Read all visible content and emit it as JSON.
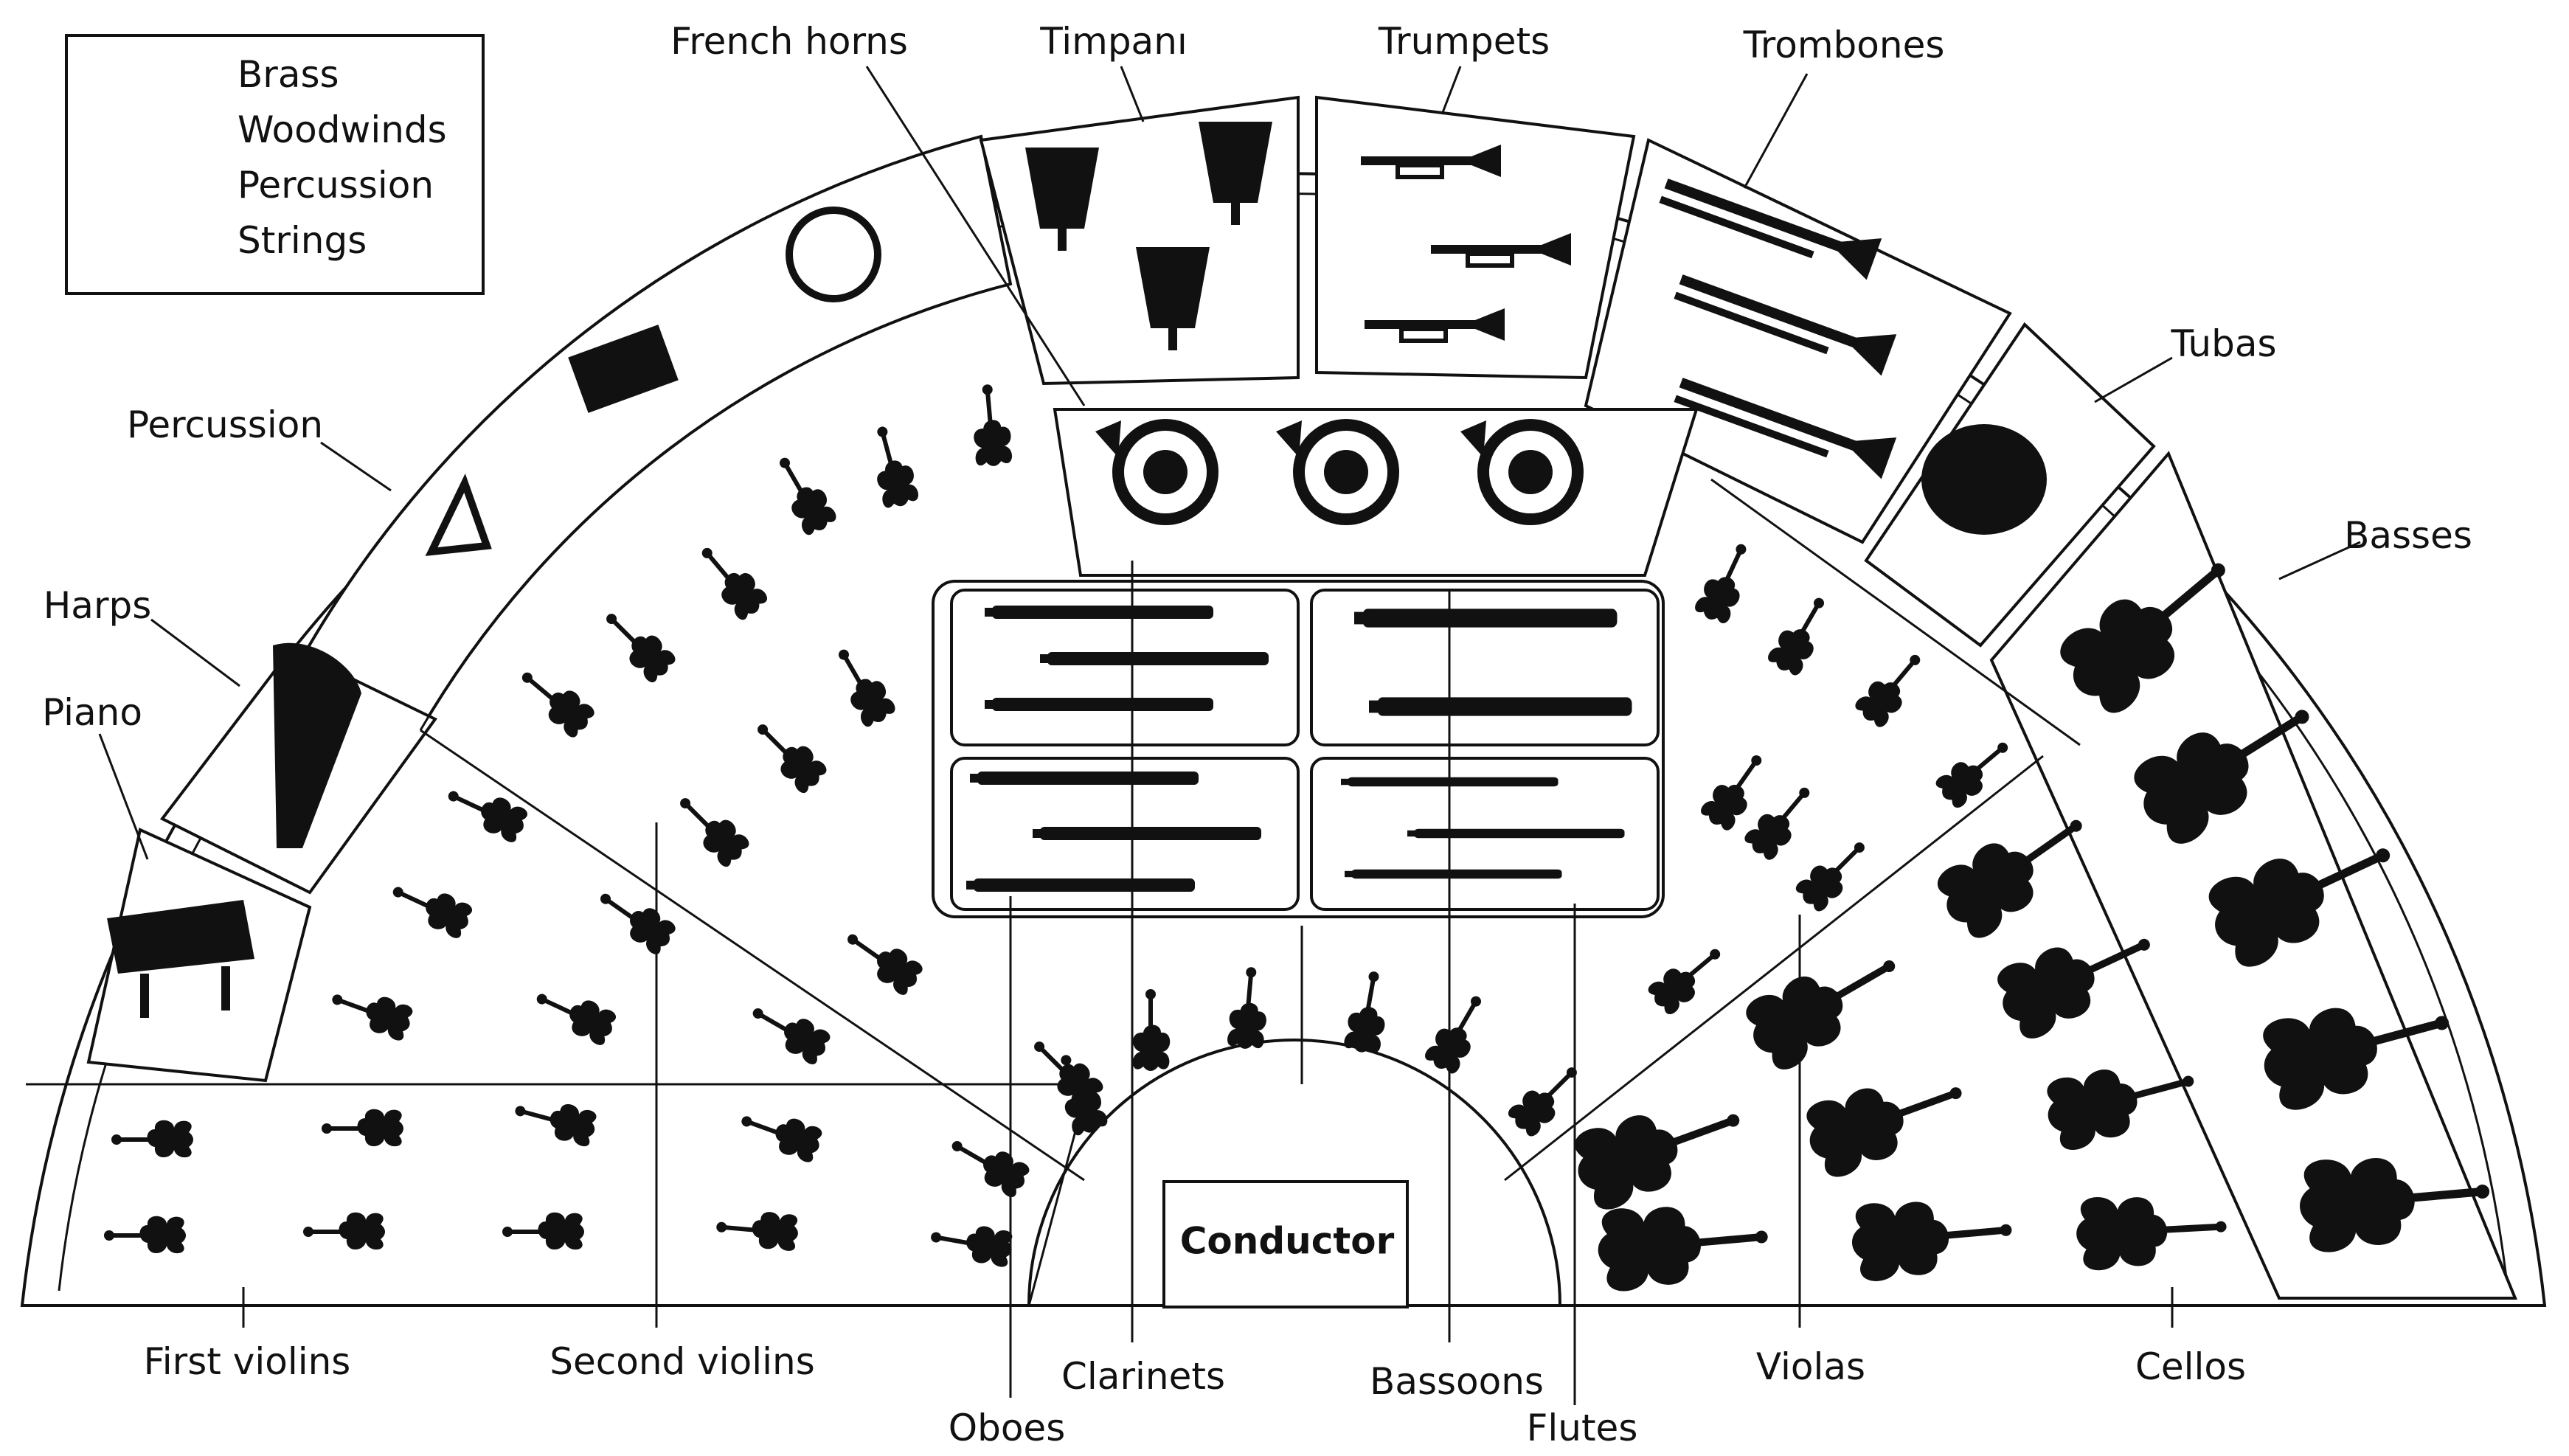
{
  "legend": {
    "items": [
      "Brass",
      "Woodwinds",
      "Percussion",
      "Strings"
    ]
  },
  "labels": {
    "french_horns": "French horns",
    "timpani": "Timpanı",
    "trumpets": "Trumpets",
    "trombones": "Trombones",
    "tubas": "Tubas",
    "basses": "Basses",
    "percussion": "Percussion",
    "harps": "Harps",
    "piano": "Piano",
    "first_violins": "First violins",
    "second_violins": "Second violins",
    "oboes": "Oboes",
    "clarinets": "Clarinets",
    "bassoons": "Bassoons",
    "flutes": "Flutes",
    "violas": "Violas",
    "cellos": "Cellos",
    "conductor": "Conductor"
  }
}
